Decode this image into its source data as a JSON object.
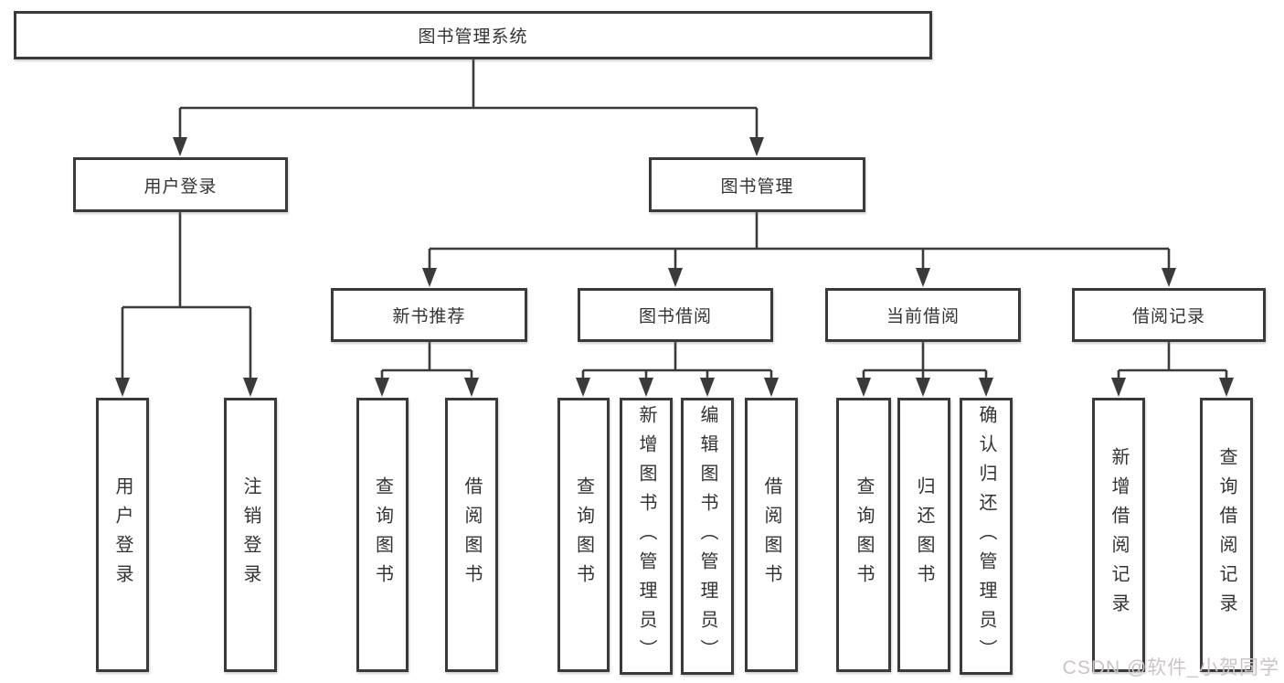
{
  "colors": {
    "line": "#3a3a3a",
    "text": "#333333",
    "background": "#ffffff",
    "watermark": "#ccc4c4"
  },
  "watermark": {
    "text": "CSDN @软件_小贺同学"
  },
  "tree": {
    "root": {
      "label": "图书管理系统",
      "children": [
        {
          "label": "用户登录",
          "children": [
            {
              "label": "用户登录"
            },
            {
              "label": "注销登录"
            }
          ]
        },
        {
          "label": "图书管理",
          "children": [
            {
              "label": "新书推荐",
              "children": [
                {
                  "label": "查询图书"
                },
                {
                  "label": "借阅图书"
                }
              ]
            },
            {
              "label": "图书借阅",
              "children": [
                {
                  "label": "查询图书"
                },
                {
                  "label": "新增图书（管理员）"
                },
                {
                  "label": "编辑图书（管理员）"
                },
                {
                  "label": "借阅图书"
                }
              ]
            },
            {
              "label": "当前借阅",
              "children": [
                {
                  "label": "查询图书"
                },
                {
                  "label": "归还图书"
                },
                {
                  "label": "确认归还（管理员）"
                }
              ]
            },
            {
              "label": "借阅记录",
              "children": [
                {
                  "label": "新增借阅记录"
                },
                {
                  "label": "查询借阅记录"
                }
              ]
            }
          ]
        }
      ]
    }
  }
}
